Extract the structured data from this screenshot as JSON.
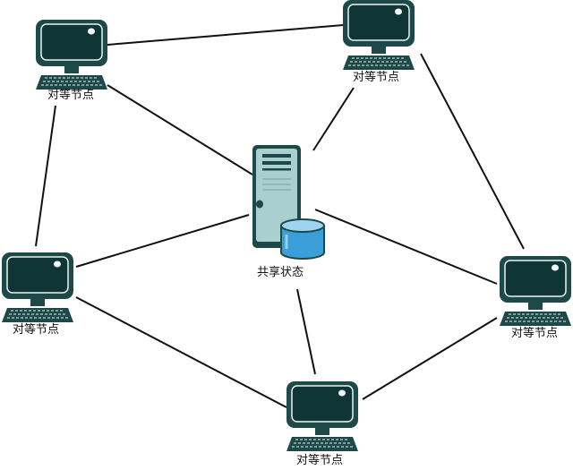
{
  "nodes": {
    "peer_top_left": {
      "label": "对等节点"
    },
    "peer_top_right": {
      "label": "对等节点"
    },
    "peer_mid_left": {
      "label": "对等节点"
    },
    "peer_mid_right": {
      "label": "对等节点"
    },
    "peer_bottom": {
      "label": "对等节点"
    },
    "server": {
      "label": "共享状态"
    }
  },
  "colors": {
    "monitor_fill": "#1d4a49",
    "screen_fill": "#0f3534",
    "line": "#111111",
    "server_body": "#a9cfcf",
    "database": "#3a9fd8"
  }
}
